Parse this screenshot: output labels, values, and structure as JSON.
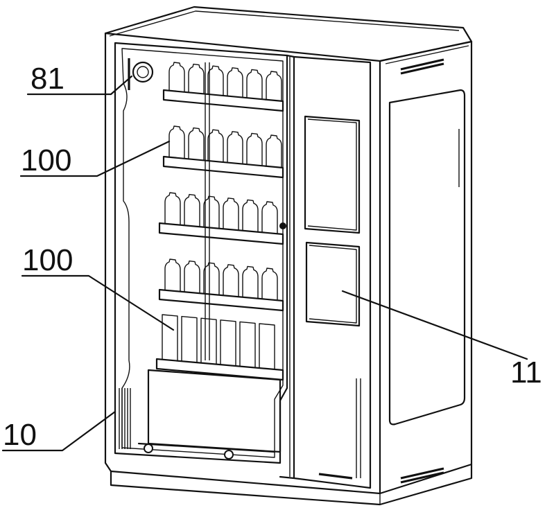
{
  "labels": {
    "ref_81": "81",
    "ref_100_upper": "100",
    "ref_100_lower": "100",
    "ref_10": "10",
    "ref_11": "11"
  },
  "colors": {
    "ink": "#111111",
    "paper": "#ffffff"
  }
}
